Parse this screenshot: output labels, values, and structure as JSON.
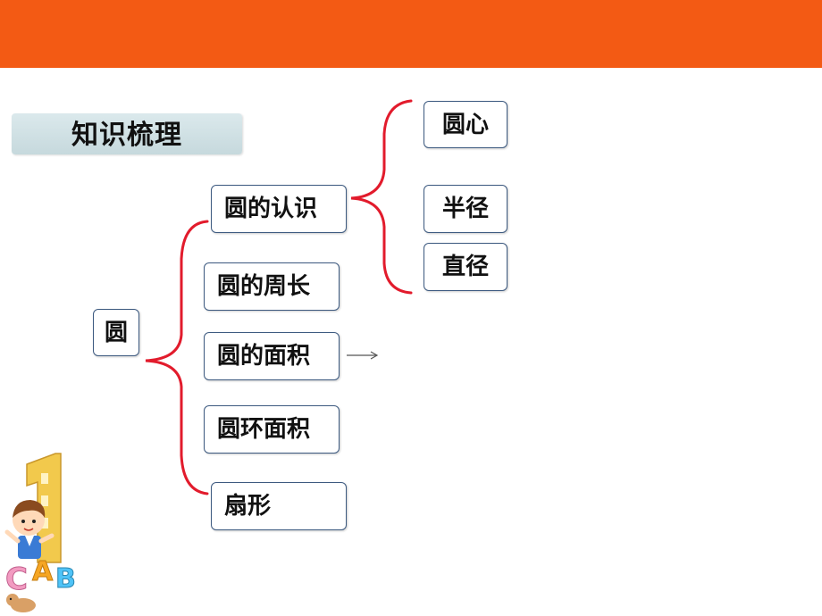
{
  "section_title": "知识梳理",
  "root": "圆",
  "branches": [
    "圆的认识",
    "圆的周长",
    "圆的面积",
    "圆环面积",
    "扇形"
  ],
  "sub_branches": [
    "圆心",
    "半径",
    "直径"
  ],
  "colors": {
    "header_bar": "#f35a14",
    "bracket": "#e21b2c",
    "node_border": "#3d5a80",
    "title_tag": "#cfe0e4"
  }
}
